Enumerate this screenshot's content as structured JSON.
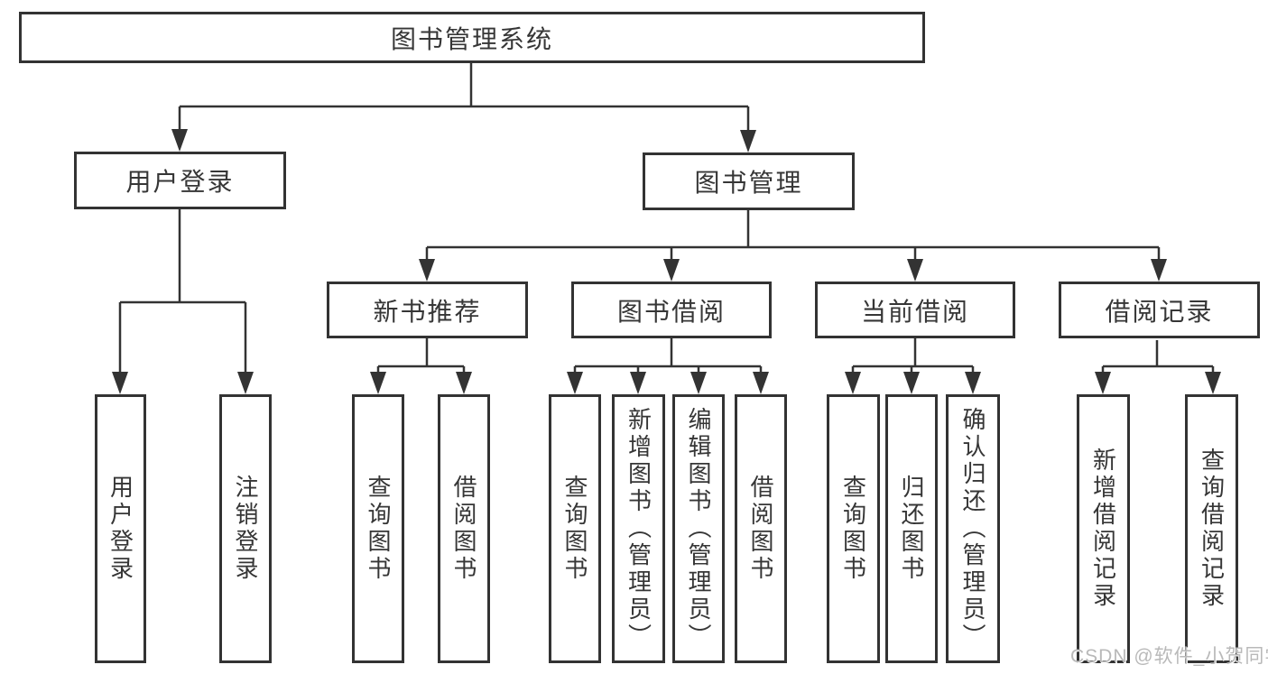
{
  "diagram": {
    "title": "图书管理系统",
    "root": {
      "label": "图书管理系统"
    },
    "level2": [
      {
        "label": "用户登录"
      },
      {
        "label": "图书管理"
      }
    ],
    "level3": [
      {
        "label": "新书推荐",
        "parent": "图书管理"
      },
      {
        "label": "图书借阅",
        "parent": "图书管理"
      },
      {
        "label": "当前借阅",
        "parent": "图书管理"
      },
      {
        "label": "借阅记录",
        "parent": "图书管理"
      }
    ],
    "leaves": [
      {
        "label": "用户登录",
        "parent": "用户登录"
      },
      {
        "label": "注销登录",
        "parent": "用户登录"
      },
      {
        "label": "查询图书",
        "parent": "新书推荐"
      },
      {
        "label": "借阅图书",
        "parent": "新书推荐"
      },
      {
        "label": "查询图书",
        "parent": "图书借阅"
      },
      {
        "label": "新增图书（管理员）",
        "parent": "图书借阅"
      },
      {
        "label": "编辑图书（管理员）",
        "parent": "图书借阅"
      },
      {
        "label": "借阅图书",
        "parent": "图书借阅"
      },
      {
        "label": "查询图书",
        "parent": "当前借阅"
      },
      {
        "label": "归还图书",
        "parent": "当前借阅"
      },
      {
        "label": "确认归还（管理员）",
        "parent": "当前借阅"
      },
      {
        "label": "新增借阅记录",
        "parent": "借阅记录"
      },
      {
        "label": "查询借阅记录",
        "parent": "借阅记录"
      }
    ]
  },
  "watermark": {
    "text": "CSDN @软件_小贺同学"
  },
  "colors": {
    "line": "#333333",
    "box_border": "#333333",
    "text": "#363636",
    "watermark": "#b9b9b9",
    "background": "#ffffff"
  }
}
